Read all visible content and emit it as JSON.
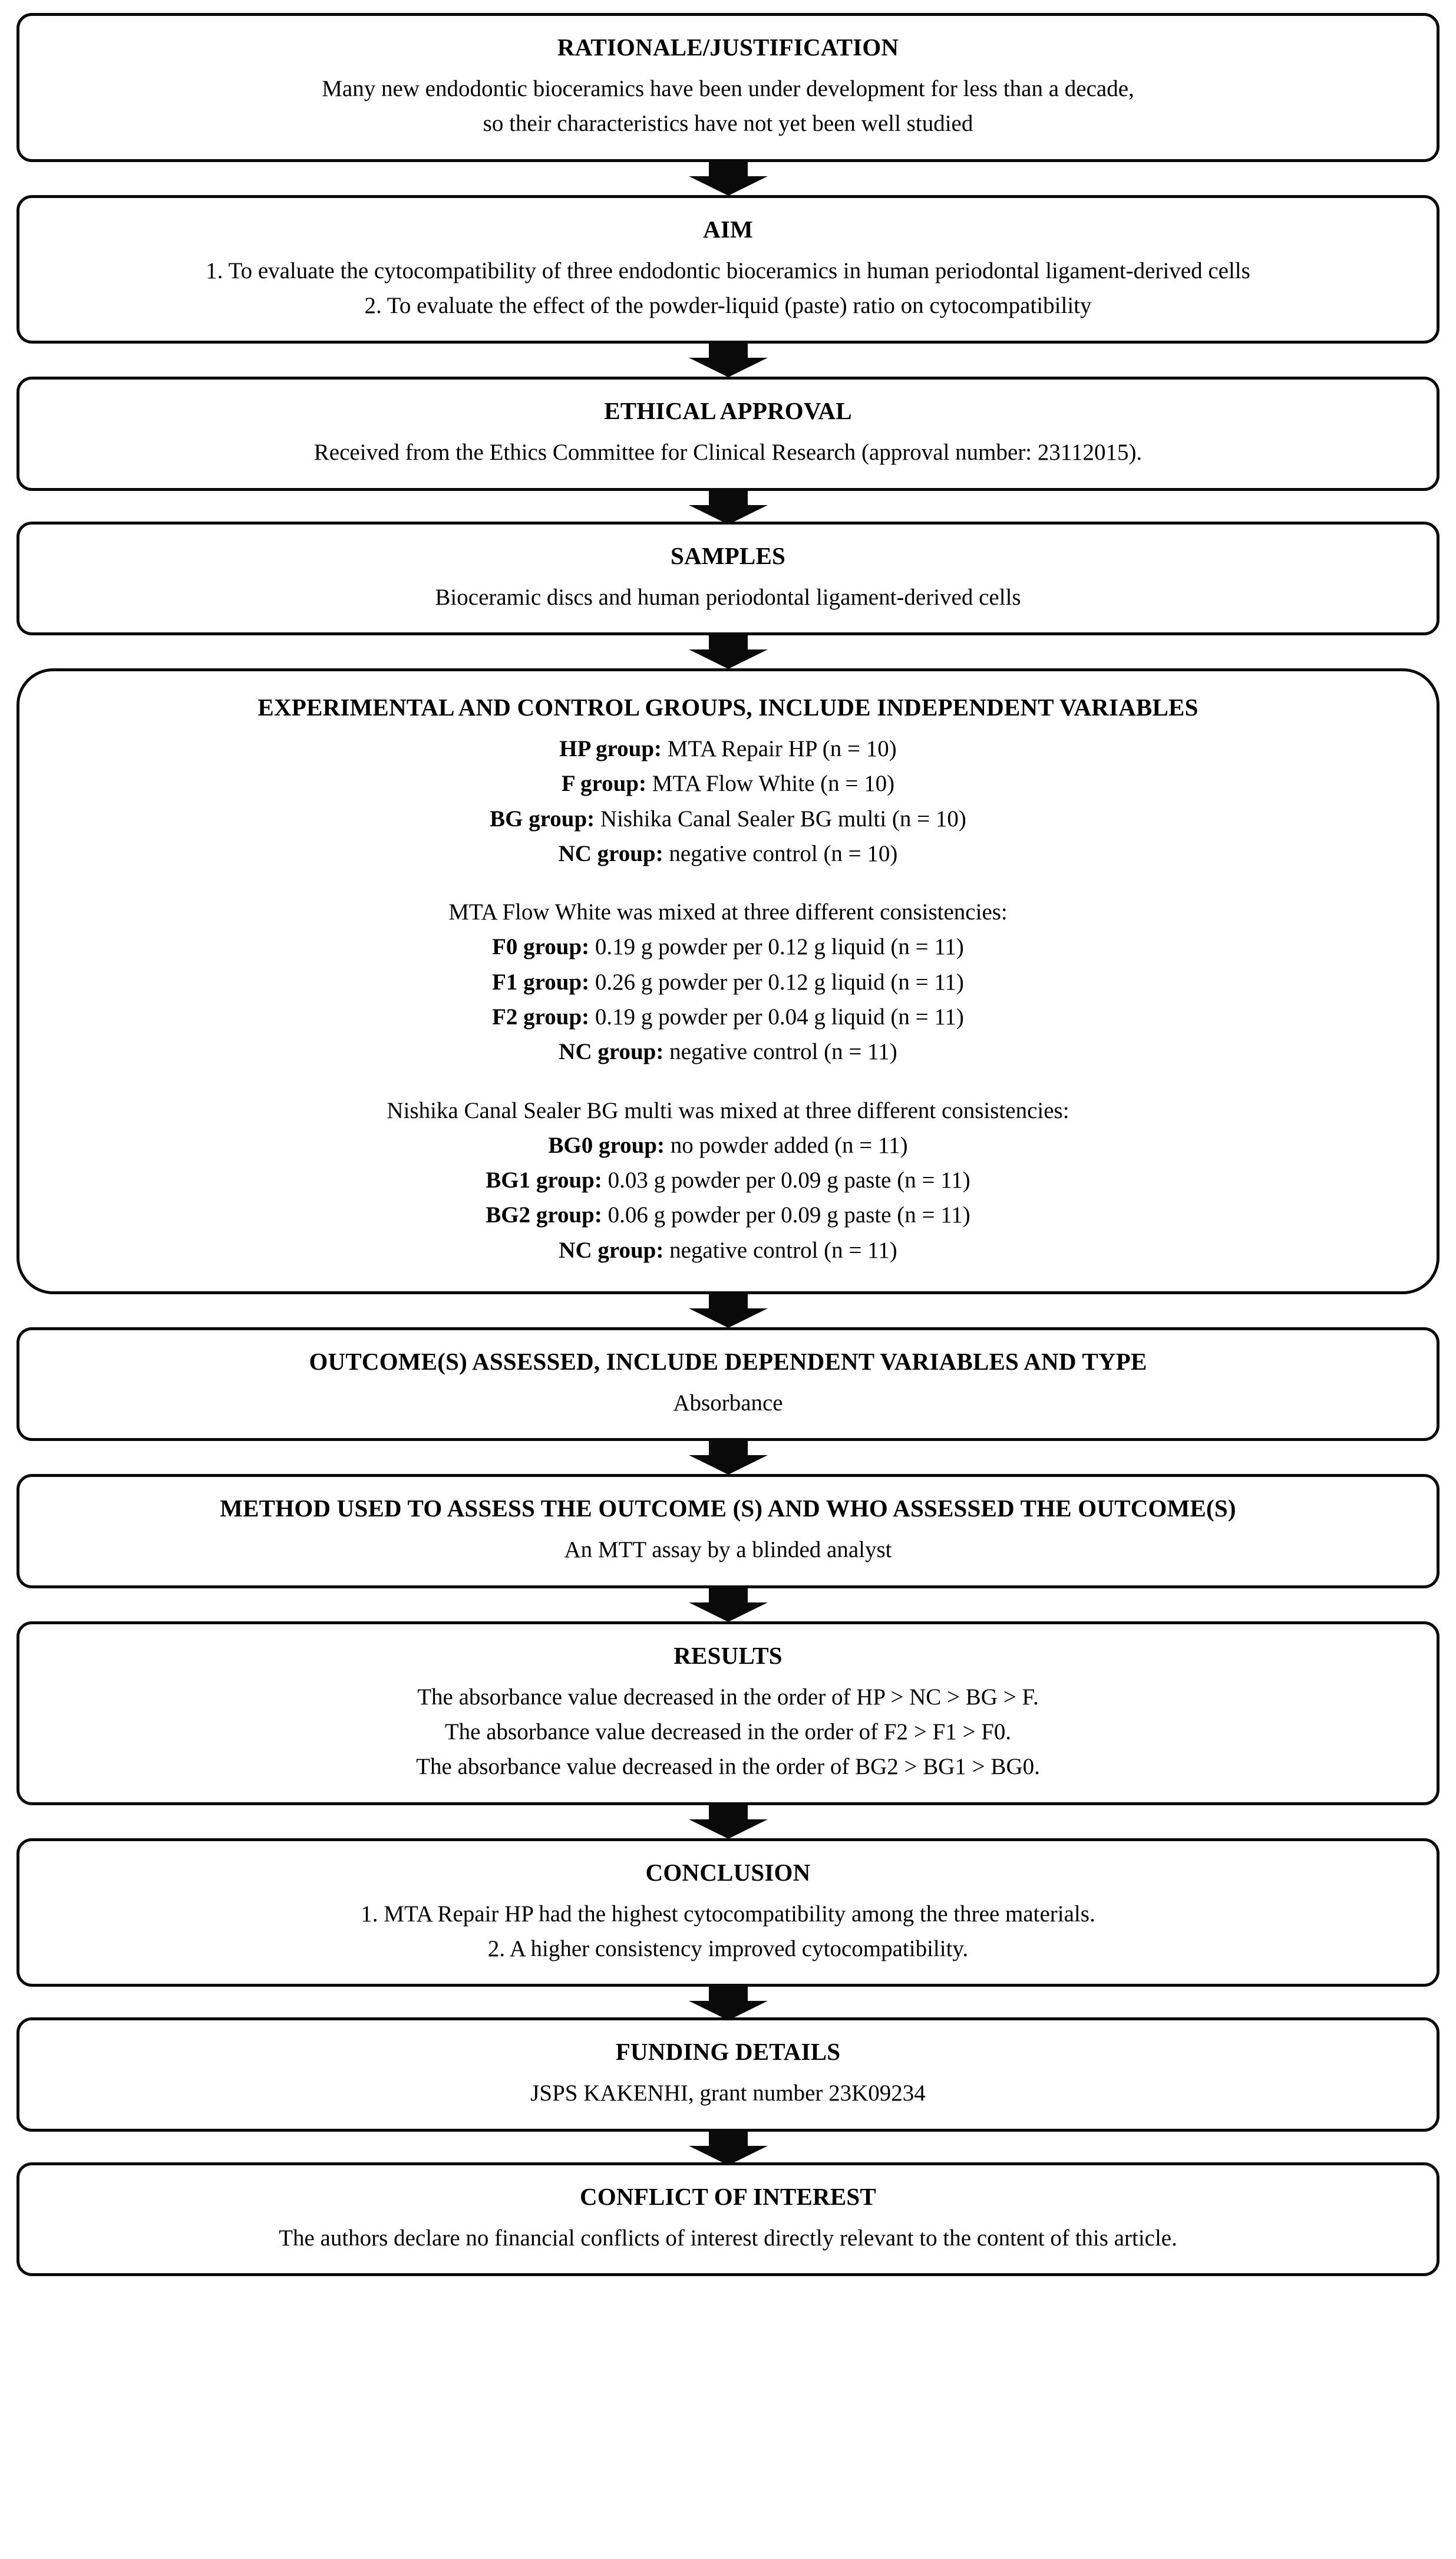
{
  "diagram": {
    "type": "flowchart",
    "orientation": "vertical",
    "connector": "down-arrow",
    "box_fill": "#ffffff",
    "box_border": "#0a0a0a",
    "text_color": "#000000"
  },
  "nodes": {
    "rationale": {
      "title": "RATIONALE/JUSTIFICATION",
      "line1": "Many new endodontic bioceramics have been under development for less than a decade,",
      "line2": "so their characteristics have not yet been well studied"
    },
    "aim": {
      "title": "AIM",
      "line1": "1. To evaluate the cytocompatibility of three endodontic bioceramics in human periodontal ligament-derived cells",
      "line2": "2. To evaluate the effect of the powder-liquid (paste) ratio on cytocompatibility"
    },
    "ethical_approval": {
      "title": "ETHICAL APPROVAL",
      "line1": "Received from the Ethics Committee for Clinical Research (approval number: 23112015)."
    },
    "samples": {
      "title": "SAMPLES",
      "line1": "Bioceramic discs and human periodontal ligament-derived cells"
    },
    "groups": {
      "title": "EXPERIMENTAL AND CONTROL GROUPS, INCLUDE INDEPENDENT VARIABLES",
      "main_groups": [
        {
          "label": "HP group:",
          "text": " MTA Repair HP (n = 10)"
        },
        {
          "label": "F group:",
          "text": " MTA Flow White (n = 10)"
        },
        {
          "label": "BG group:",
          "text": " Nishika Canal Sealer BG multi (n = 10)"
        },
        {
          "label": "NC group:",
          "text": " negative control (n = 10)"
        }
      ],
      "flow_heading": "MTA Flow White was mixed at three different consistencies:",
      "flow_groups": [
        {
          "label": "F0 group:",
          "text": " 0.19 g powder per 0.12 g liquid (n = 11)"
        },
        {
          "label": "F1 group:",
          "text": " 0.26 g powder per 0.12 g liquid (n = 11)"
        },
        {
          "label": "F2 group:",
          "text": " 0.19 g powder per 0.04 g liquid (n = 11)"
        },
        {
          "label": "NC group:",
          "text": " negative control (n = 11)"
        }
      ],
      "bg_heading": "Nishika Canal Sealer BG multi was mixed at three different consistencies:",
      "bg_groups": [
        {
          "label": "BG0 group:",
          "text": " no powder added (n = 11)"
        },
        {
          "label": "BG1 group:",
          "text": " 0.03 g powder per 0.09 g paste (n = 11)"
        },
        {
          "label": "BG2 group:",
          "text": " 0.06 g powder per 0.09 g paste (n = 11)"
        },
        {
          "label": "NC group:",
          "text": " negative control (n = 11)"
        }
      ]
    },
    "outcomes": {
      "title": "OUTCOME(S) ASSESSED, INCLUDE DEPENDENT VARIABLES AND TYPE",
      "line1": "Absorbance"
    },
    "method": {
      "title": "METHOD USED TO ASSESS THE OUTCOME (S) AND WHO ASSESSED THE OUTCOME(S)",
      "line1": "An MTT assay by a blinded analyst"
    },
    "results": {
      "title": "RESULTS",
      "line1": "The absorbance value decreased in the order of HP > NC > BG > F.",
      "line2": "The absorbance value decreased in the order of F2 > F1 > F0.",
      "line3": "The absorbance value decreased in the order of BG2 > BG1 > BG0."
    },
    "conclusion": {
      "title": "CONCLUSION",
      "line1": "1. MTA Repair HP had the highest cytocompatibility among the three materials.",
      "line2": "2. A higher consistency improved cytocompatibility."
    },
    "funding": {
      "title": "FUNDING DETAILS",
      "line1": "JSPS KAKENHI, grant number 23K09234"
    },
    "conflict": {
      "title": "CONFLICT OF INTEREST",
      "line1": "The authors declare no financial conflicts of interest directly relevant to the content of this article."
    }
  }
}
